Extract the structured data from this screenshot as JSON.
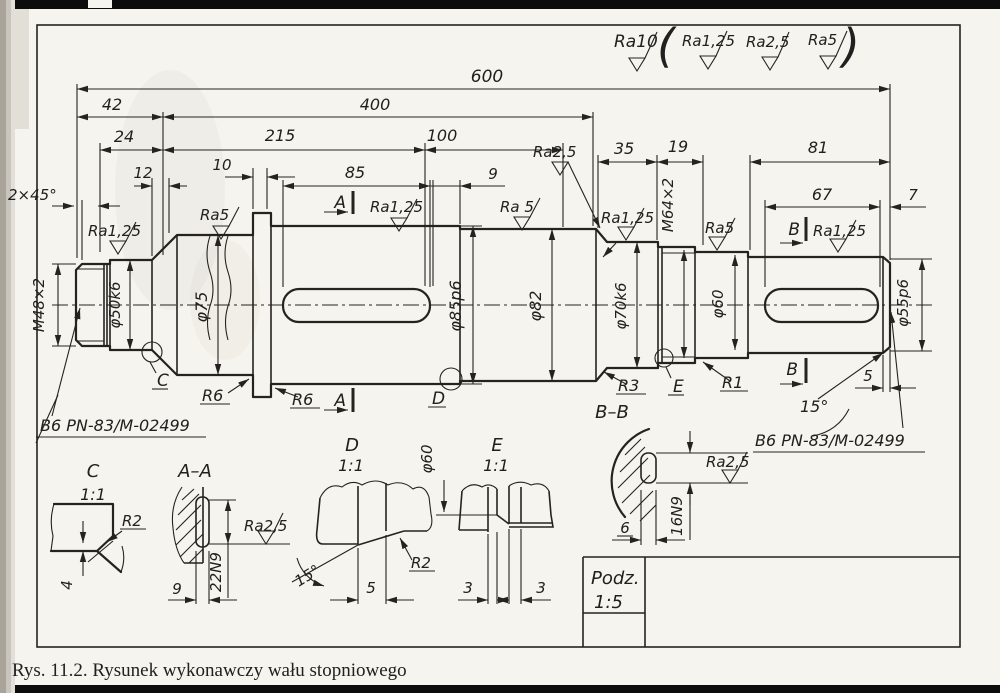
{
  "colors": {
    "ink": "#24231f",
    "paper": "#f6f4ee"
  },
  "note_top": {
    "general": "Ra10",
    "open": "(",
    "p1": "Ra1,25",
    "p2": "Ra2,5",
    "p3": "Ra5",
    "close": ")"
  },
  "dims": {
    "d600": "600",
    "d42": "42",
    "d400": "400",
    "d24": "24",
    "d215": "215",
    "d100": "100",
    "d12": "12",
    "d10": "10",
    "d85": "85",
    "d9": "9",
    "d35": "35",
    "d19": "19",
    "d81": "81",
    "d67": "67",
    "d7": "7",
    "d5": "5",
    "chamfer": "2×45°",
    "angle15": "15°"
  },
  "diameters": {
    "m48": "M48×2",
    "d50": "φ50k6",
    "d75": "φ75",
    "d85": "φ85p6",
    "d82": "φ82",
    "d70": "φ70k6",
    "m64": "M64×2",
    "d60": "φ60",
    "d55": "φ55p6"
  },
  "roughness": {
    "ra125": "Ra1,25",
    "ra5": "Ra5",
    "ra5s": "Ra 5",
    "ra25": "Ra2,5"
  },
  "radii": {
    "r6": "R6",
    "r3": "R3",
    "r1": "R1",
    "r2": "R2"
  },
  "markers": {
    "a": "A",
    "b": "B",
    "c": "C",
    "d": "D",
    "e": "E",
    "aa": "A–A",
    "bb": "B–B",
    "scale11": "1:1"
  },
  "notes": {
    "center_hole": "B6 PN-83/M-02499"
  },
  "details": {
    "aa_width": "22N9",
    "aa_depth": "9",
    "bb_width": "16N9",
    "bb_depth": "6",
    "c_depth": "4",
    "d_width": "5",
    "e_left": "3",
    "e_right": "3",
    "e_dia": "φ60"
  },
  "title_block": {
    "scale_label": "Podz.",
    "scale_value": "1:5"
  },
  "caption": "Rys. 11.2. Rysunek wykonawczy wału stopniowego"
}
